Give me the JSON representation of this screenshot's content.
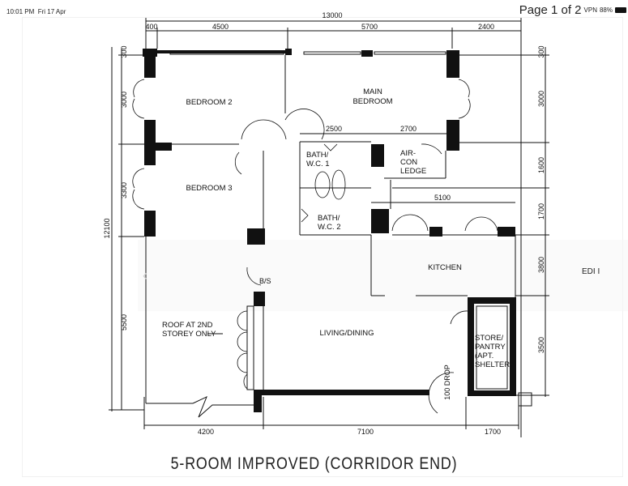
{
  "status_bar": {
    "time": "10:01 PM",
    "date": "Fri 17 Apr",
    "battery": "88%",
    "vpn": "VPN"
  },
  "viewer": {
    "page_indicator": "Page 1 of 2",
    "back_icon": "chevron-left-icon",
    "edit_label": "EDI I"
  },
  "plan": {
    "title": "5-ROOM IMPROVED (CORRIDOR END)",
    "rooms": {
      "bedroom2": "BEDROOM 2",
      "main_bedroom_1": "MAIN",
      "main_bedroom_2": "BEDROOM",
      "bedroom3": "BEDROOM 3",
      "bath1_1": "BATH/",
      "bath1_2": "W.C. 1",
      "bath2_1": "BATH/",
      "bath2_2": "W.C. 2",
      "aircon_1": "AIR-",
      "aircon_2": "CON",
      "aircon_3": "LEDGE",
      "kitchen": "KITCHEN",
      "living": "LIVING/DINING",
      "roof_1": "ROOF AT 2ND",
      "roof_2": "STOREY ONLY",
      "store_1": "STORE/",
      "store_2": "PANTRY",
      "store_3": "(APT.",
      "store_4": "SHELTER)",
      "bs": "B/S",
      "drop": "100 DROP"
    },
    "dims": {
      "top_total": "13000",
      "top": [
        "400",
        "4500",
        "5700",
        "2400"
      ],
      "left_total": "12100",
      "left": [
        "300",
        "3000",
        "3300",
        "5500"
      ],
      "right": [
        "300",
        "3000",
        "1600",
        "1700",
        "3800",
        "3500"
      ],
      "bottom": [
        "4200",
        "7100",
        "1700"
      ],
      "inner": [
        "2500",
        "2700",
        "5100"
      ]
    }
  }
}
